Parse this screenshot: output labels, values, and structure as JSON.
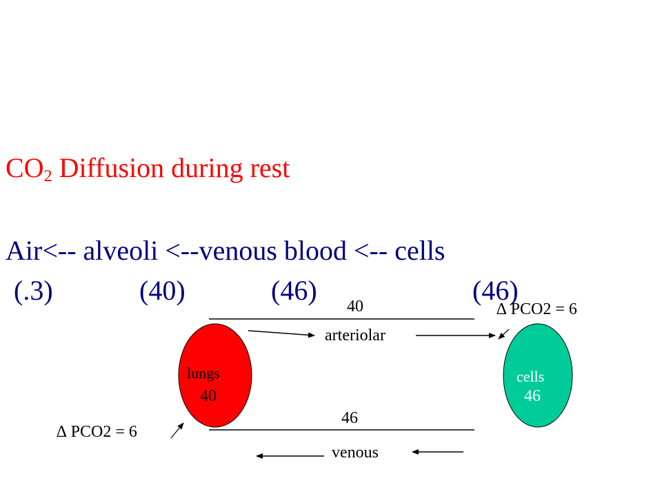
{
  "title": {
    "prefix": "CO",
    "subscript": "2",
    "suffix": " Diffusion during rest"
  },
  "chain": "Air<-- alveoli <--venous blood <-- cells",
  "concentrations": {
    "air": "(.3)",
    "alveoli": "(40)",
    "venous_blood": "(46)",
    "cells": "(46)"
  },
  "diagram": {
    "lungs": {
      "label": "lungs",
      "value": "40",
      "color": "#ff0000"
    },
    "cells": {
      "label": "cells",
      "value": "46",
      "color": "#00cc99"
    },
    "arteriolar": {
      "label": "arteriolar",
      "value": "40"
    },
    "venous": {
      "label": "venous",
      "value": "46"
    },
    "delta_top": "∆ PCO2 = 6",
    "delta_bottom": "∆ PCO2 = 6"
  }
}
